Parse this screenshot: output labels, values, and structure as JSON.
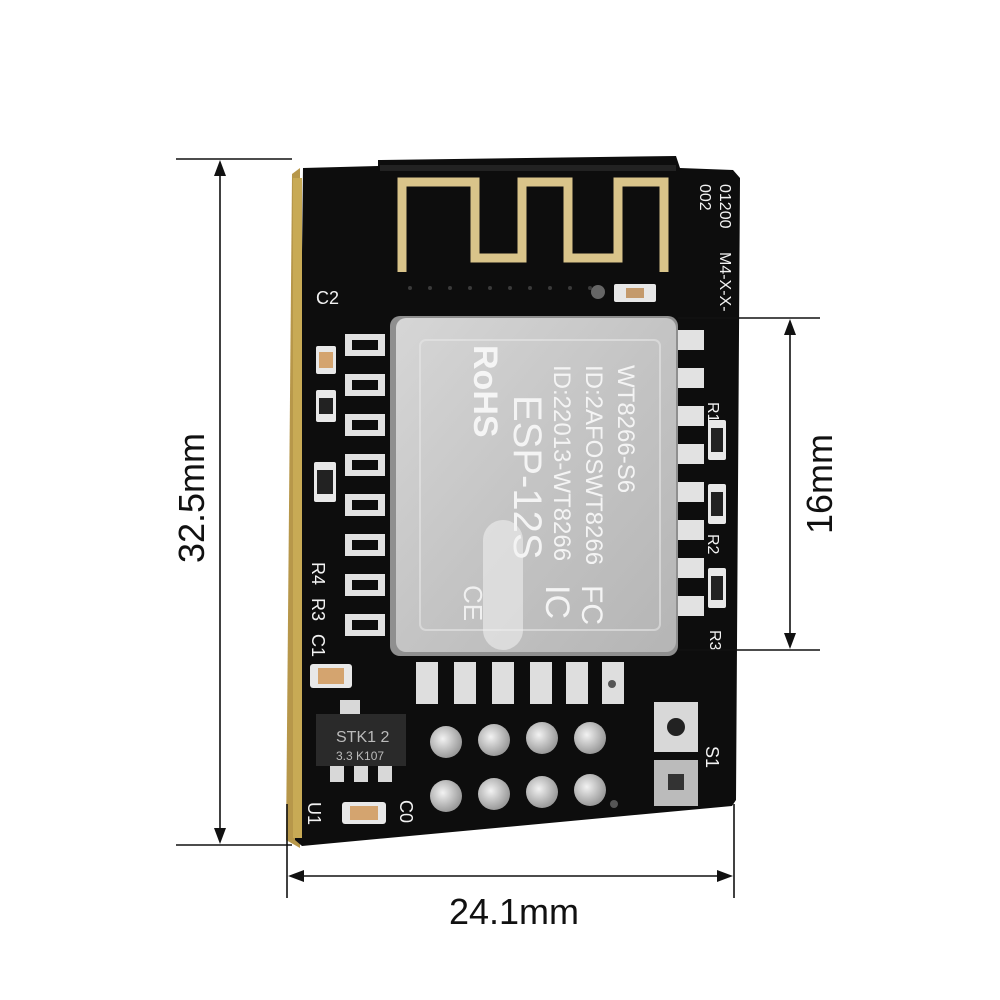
{
  "dimensions": {
    "height": "32.5mm",
    "shield_height": "16mm",
    "width": "24.1mm"
  },
  "module": {
    "compliance_mark": "RoHS",
    "model": "ESP-12S",
    "ic_id": "ID:22013-WT8266",
    "fcc_id": "ID:2AFOSWT8266",
    "variant": "WT8266-S6",
    "ic_mark": "IC",
    "fcc_mark": "FC",
    "ce_mark": "CE"
  },
  "silkscreen": {
    "c2": "C2",
    "r1": "R1",
    "r2": "R2",
    "r3": "R3",
    "r4": "R4",
    "r3_left": "R3",
    "c1": "C1",
    "u1": "U1",
    "c0": "C0",
    "s1": "S1",
    "board_code_1": "002",
    "board_code_2": "01200",
    "board_code_3": "M4-X-X-",
    "regulator_line1": "STK1 2",
    "regulator_line2": "3.3 K107"
  },
  "colors": {
    "board": "#0d0d0d",
    "shield": "#c9c9c9",
    "gold": "#c8aa55",
    "pad": "#d8d8d8"
  }
}
